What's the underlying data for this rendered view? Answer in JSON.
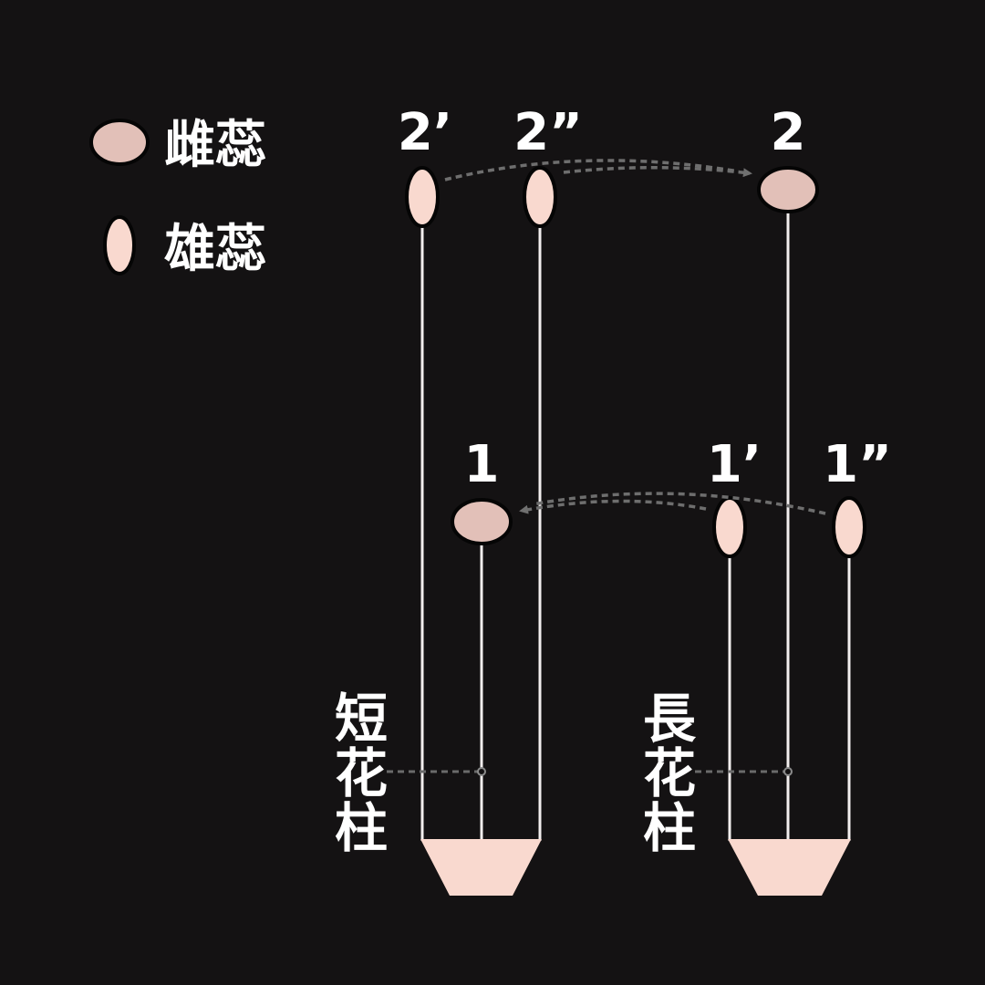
{
  "legend": {
    "pistil_label": "雌蕊",
    "stamen_label": "雄蕊"
  },
  "labels": {
    "upper_stamen_a": "2’",
    "upper_stamen_b": "2”",
    "upper_pistil": "2",
    "lower_pistil": "1",
    "lower_stamen_a": "1’",
    "lower_stamen_b": "1”"
  },
  "flowers": {
    "short_style": [
      "短",
      "花",
      "柱"
    ],
    "long_style": [
      "長",
      "花",
      "柱"
    ]
  },
  "colors": {
    "background": "#141213",
    "pistil": "#e2c0b8",
    "stamen": "#f9d9cf",
    "arrow": "#6e6e6e"
  }
}
